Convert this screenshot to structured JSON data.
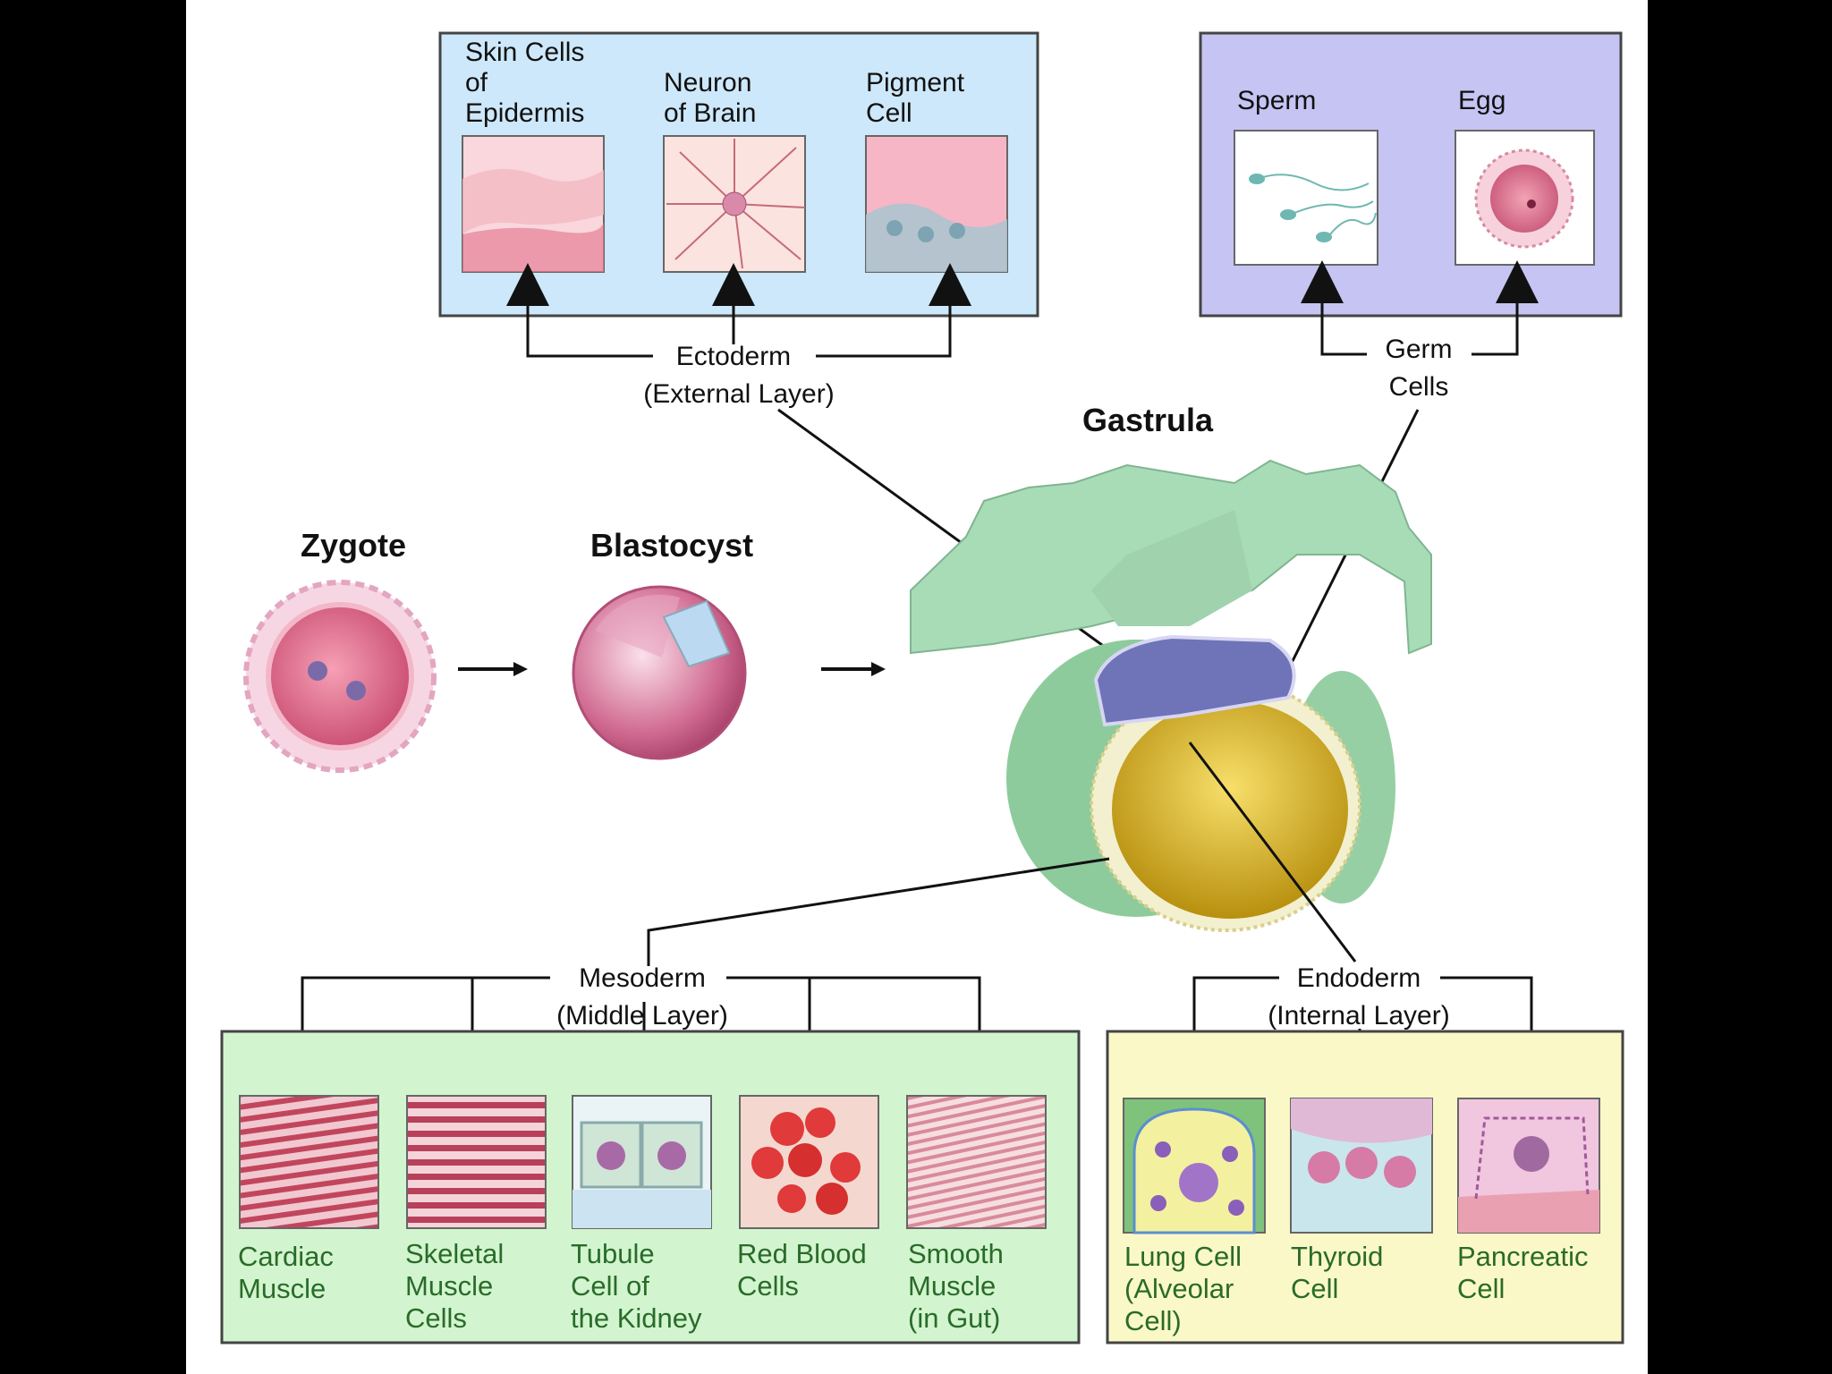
{
  "stages": {
    "zygote": "Zygote",
    "blastocyst": "Blastocyst",
    "gastrula": "Gastrula"
  },
  "layers": {
    "ectoderm": {
      "name": "Ectoderm",
      "desc": "(External Layer)"
    },
    "mesoderm": {
      "name": "Mesoderm",
      "desc": "(Middle Layer)"
    },
    "endoderm": {
      "name": "Endoderm",
      "desc": "(Internal Layer)"
    },
    "germ": {
      "name_line1": "Germ",
      "name_line2": "Cells"
    }
  },
  "ectoderm_cells": [
    {
      "lines": [
        "Skin Cells",
        "of",
        "Epidermis"
      ]
    },
    {
      "lines": [
        "Neuron",
        "of Brain"
      ]
    },
    {
      "lines": [
        "Pigment",
        "Cell"
      ]
    }
  ],
  "germ_cells": [
    {
      "lines": [
        "Sperm"
      ]
    },
    {
      "lines": [
        "Egg"
      ]
    }
  ],
  "mesoderm_cells": [
    {
      "lines": [
        "Cardiac",
        "Muscle"
      ]
    },
    {
      "lines": [
        "Skeletal",
        "Muscle",
        "Cells"
      ]
    },
    {
      "lines": [
        "Tubule",
        "Cell of",
        "the Kidney"
      ]
    },
    {
      "lines": [
        "Red Blood",
        "Cells"
      ]
    },
    {
      "lines": [
        "Smooth",
        "Muscle",
        "(in Gut)"
      ]
    }
  ],
  "endoderm_cells": [
    {
      "lines": [
        "Lung Cell",
        "(Alveolar",
        "Cell)"
      ]
    },
    {
      "lines": [
        "Thyroid",
        "Cell"
      ]
    },
    {
      "lines": [
        "Pancreatic",
        "Cell"
      ]
    }
  ],
  "colors": {
    "ectoderm_box": "#cde8fa",
    "germ_box": "#c6c4f3",
    "mesoderm_box": "#d2f5cf",
    "endoderm_box": "#fbf8c8",
    "panel_text": "#2a6b2a"
  }
}
